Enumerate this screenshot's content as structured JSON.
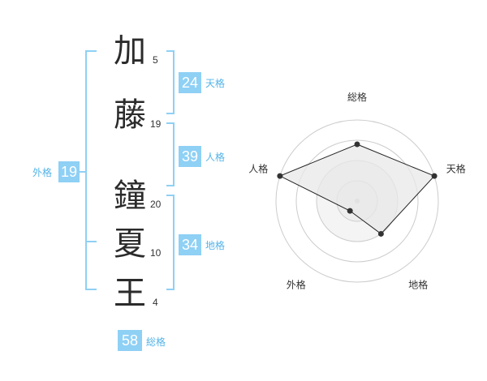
{
  "name": {
    "chars": [
      {
        "char": "加",
        "strokes": "5"
      },
      {
        "char": "藤",
        "strokes": "19"
      },
      {
        "char": "鐘",
        "strokes": "20"
      },
      {
        "char": "夏",
        "strokes": "10"
      },
      {
        "char": "王",
        "strokes": "4"
      }
    ]
  },
  "fortune": {
    "tenkaku": {
      "value": "24",
      "label": "天格"
    },
    "jinkaku": {
      "value": "39",
      "label": "人格"
    },
    "chikaku": {
      "value": "34",
      "label": "地格"
    },
    "gaikaku": {
      "value": "19",
      "label": "外格"
    },
    "soukaku": {
      "value": "58",
      "label": "総格"
    }
  },
  "chart_data": {
    "type": "radar",
    "axes": [
      "総格",
      "天格",
      "地格",
      "外格",
      "人格"
    ],
    "levels": 4,
    "values": [
      0.7,
      1.0,
      0.5,
      0.15,
      1.0
    ],
    "series_color": "#222222",
    "fill_color": "#e8e8e8"
  },
  "colors": {
    "accent": "#8fd0f5",
    "accent_text": "#54b4e8"
  }
}
